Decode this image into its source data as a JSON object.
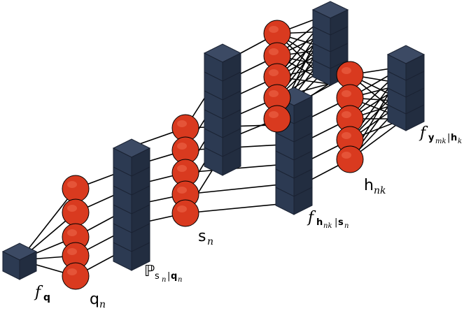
{
  "labels": {
    "f_q": {
      "main": "f",
      "sub": "q"
    },
    "q_n": {
      "main": "q",
      "sub": "n"
    },
    "P_s_given_q": {
      "main": "ℙ",
      "sub": "s",
      "subsub": "n",
      "bar": "|",
      "sub2": "q",
      "sub2sub": "n"
    },
    "s_n": {
      "main": "s",
      "sub": "n"
    },
    "f_h_given_s": {
      "main": "f",
      "sub": "h",
      "subsub": "nk",
      "bar": "|",
      "sub2": "s",
      "sub2sub": "n"
    },
    "h_nk": {
      "main": "h",
      "sub": "nk"
    },
    "f_y_given_h": {
      "main": "f",
      "sub": "y",
      "subsub": "mk",
      "bar": "|",
      "sub2": "h",
      "sub2sub": "k"
    }
  },
  "colors": {
    "node_fill": "#d93a1f",
    "node_stroke": "#000000",
    "block_front": "#2c3a52",
    "block_side": "#222d40",
    "block_top": "#3c4a64",
    "edge": "#000000"
  }
}
